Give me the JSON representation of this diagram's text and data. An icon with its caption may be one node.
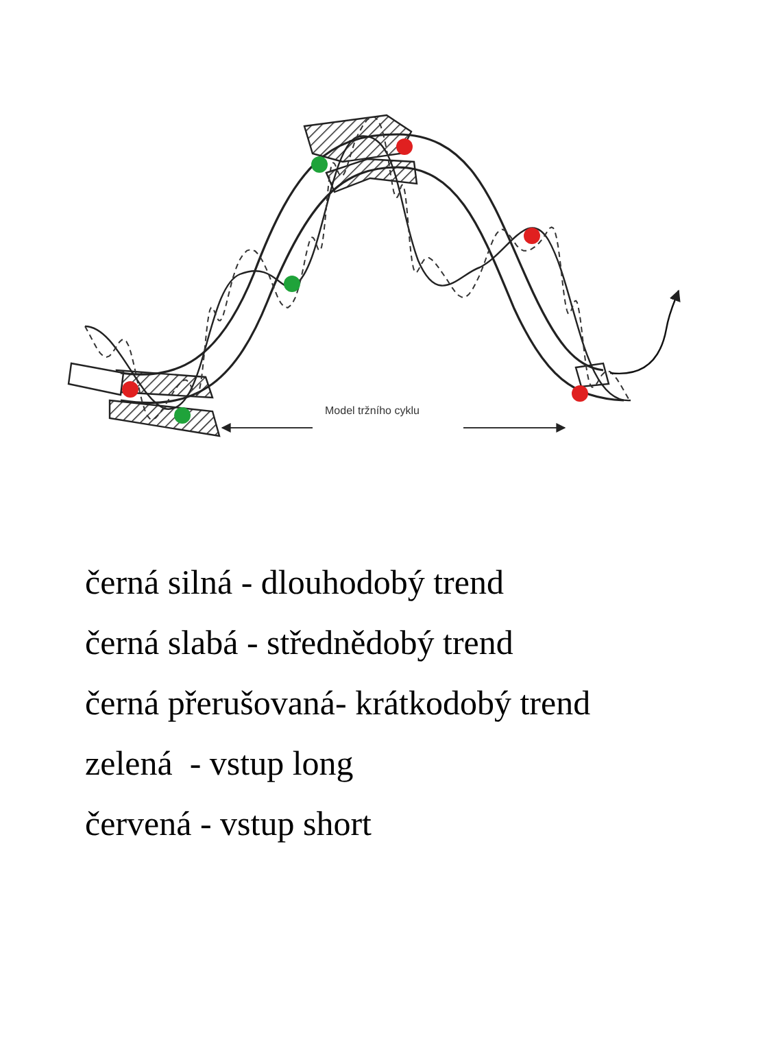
{
  "diagram": {
    "labels": [
      "Model tržního cyklu",
      "černá silná - dlouhodobý trend",
      "černá slabá - střednědobý trend",
      "černá přerušovaná- krátkodobý trend",
      "zelená  - vstup long",
      "červená - vstup short"
    ]
  }
}
